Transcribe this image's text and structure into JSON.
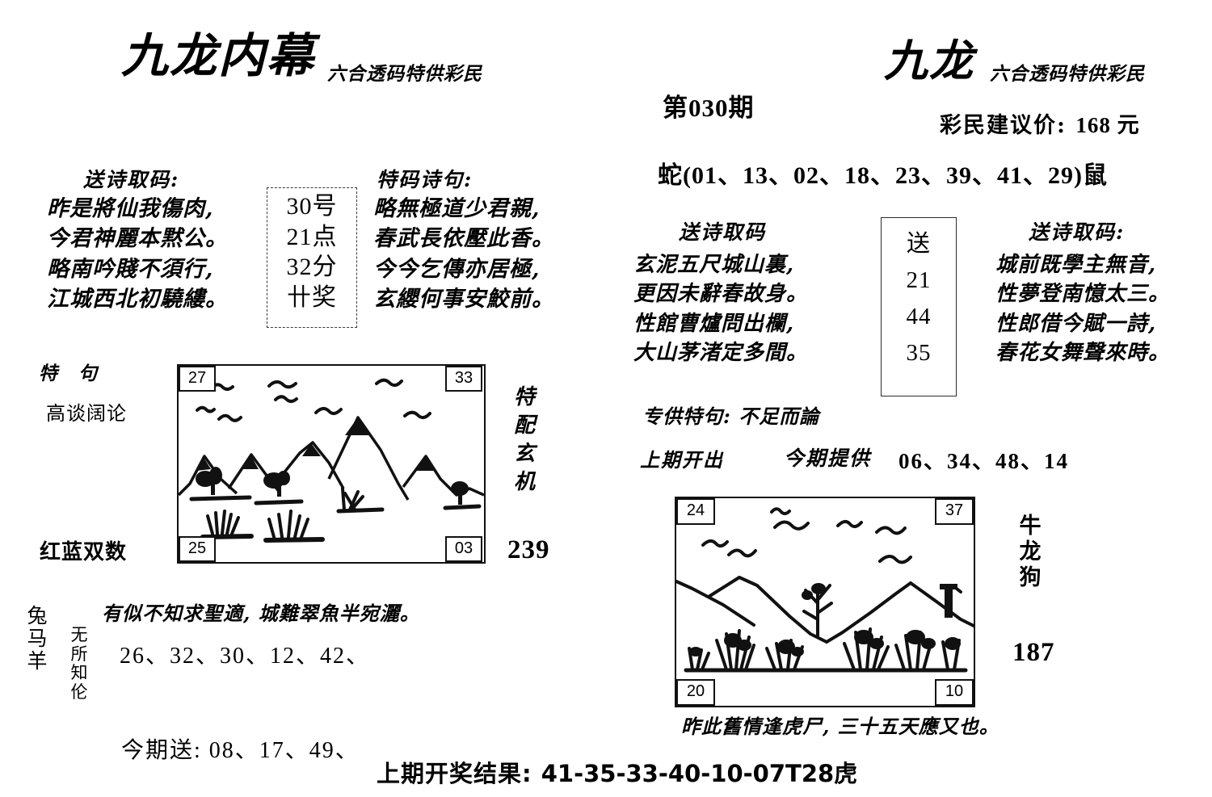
{
  "left_panel": {
    "brand_title": "九龙内幕",
    "brand_subtitle": "六合透码特供彩民",
    "poem_left_heading": "送诗取码:",
    "poem_left_lines": [
      "昨是將仙我傷肉,",
      "今君神麗本黙公。",
      "略南吟賤不須行,",
      "江城西北初驍縷。"
    ],
    "code_box": [
      "30号",
      "21点",
      "32分",
      "卄奖"
    ],
    "poem_mid_heading": "特码诗句:",
    "poem_mid_lines": [
      "略無極道少君親,",
      "春武長依壓此香。",
      "今今乞傳亦居極,",
      "玄纓何事安鮫前。"
    ],
    "te_ju_label": "特句",
    "te_ju_value": "高谈阔论",
    "red_blue_label": "红蓝双数",
    "picture": {
      "corner_top_left": "27",
      "corner_top_right": "33",
      "corner_bottom_left": "25",
      "corner_bottom_right": "03"
    },
    "side_hint": "特配玄机",
    "side_number": "239",
    "zodiac_column": "兔马羊",
    "idiom_column": "无所知伦",
    "bottom_poem": "有似不知求聖適, 城難翠魚半宛灑。",
    "bottom_numbers": "26、32、30、12、42、",
    "send_label": "今期送:",
    "send_numbers": "08、17、49、"
  },
  "right_panel": {
    "brand_title": "九龙",
    "brand_subtitle": "六合透码特供彩民",
    "issue": "第030期",
    "price_label": "彩民建议价:",
    "price_value": "168 元",
    "zodiac_line": "蛇(01、13、02、18、23、39、41、29)鼠",
    "poem_left_heading": "送诗取码",
    "poem_left_lines": [
      "玄泥五尺城山裏,",
      "更因未辭春故身。",
      "性館曹爐問出欄,",
      "大山茅渚定多間。"
    ],
    "code_box": [
      "送",
      "21",
      "44",
      "35"
    ],
    "poem_right_heading": "送诗取码:",
    "poem_right_lines": [
      "城前既學主無音,",
      "性夢登南憶太三。",
      "性郎借今賦一詩,",
      "春花女舞聲來時。"
    ],
    "special_label": "专供特句:",
    "special_value": "不足而論",
    "last_issue_label": "上期开出",
    "this_issue_label": "今期提供",
    "this_issue_numbers": "06、34、48、14",
    "picture": {
      "corner_top_left": "24",
      "corner_top_right": "37",
      "corner_bottom_left": "20",
      "corner_bottom_right": "10"
    },
    "side_zodiac": "牛龙狗",
    "side_number": "187",
    "caption": "昨此舊情逢虎尸, 三十五天應又也。"
  },
  "footer": {
    "label": "上期开奖结果:",
    "result": "41-35-33-40-10-07T28虎"
  }
}
